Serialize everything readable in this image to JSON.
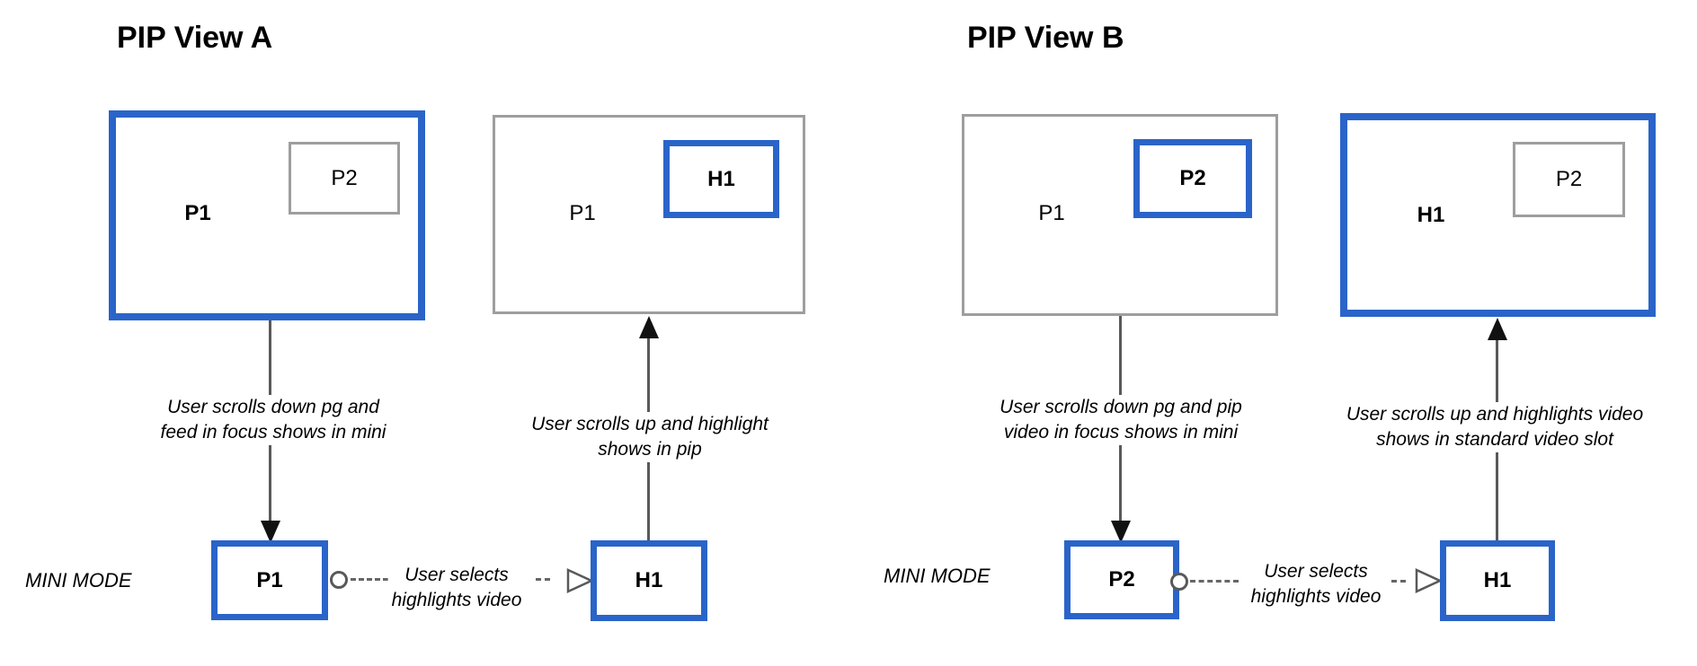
{
  "colors": {
    "focus_blue": "#2a64c9",
    "inactive_gray": "#9e9e9e",
    "connector_gray": "#595959",
    "dash_gray": "#666666",
    "arrowhead_black": "#111111",
    "text_black": "#000000"
  },
  "view_a": {
    "title": "PIP View A",
    "main_box": {
      "label": "P1",
      "pip_label": "P2"
    },
    "secondary_box": {
      "label": "P1",
      "pip_label": "H1"
    },
    "down_annotation": {
      "line1": "User scrolls down pg and",
      "line2": "feed in focus shows in mini"
    },
    "up_annotation": {
      "line1": "User scrolls up and highlight",
      "line2": "shows in pip"
    },
    "mini_mode_label": "MINI MODE",
    "mini_box_left_label": "P1",
    "mini_box_right_label": "H1",
    "select_annotation": {
      "line1": "User selects",
      "line2": "highlights video"
    }
  },
  "view_b": {
    "title": "PIP View B",
    "main_box": {
      "label": "P1",
      "pip_label": "P2"
    },
    "secondary_box": {
      "label": "H1",
      "pip_label": "P2"
    },
    "down_annotation": {
      "line1": "User scrolls down pg and pip",
      "line2": "video in focus shows in mini"
    },
    "up_annotation": {
      "line1": "User scrolls up and highlights video",
      "line2": "shows in standard video slot"
    },
    "mini_mode_label": "MINI MODE",
    "mini_box_left_label": "P2",
    "mini_box_right_label": "H1",
    "select_annotation": {
      "line1": "User selects",
      "line2": "highlights video"
    }
  }
}
